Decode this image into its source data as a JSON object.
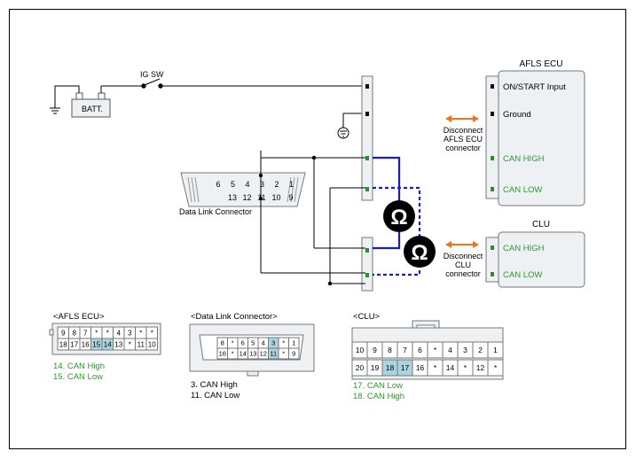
{
  "colors": {
    "wire": "#000000",
    "can_high_wire": "#1a1ad6",
    "arrow": "#f07020",
    "green_text": "#2a9a2a",
    "box_fill": "#eef1f4",
    "box_stroke": "#7a7a7a",
    "highlight_pin": "#a9d4e0",
    "pin_black": "#111111",
    "pin_green": "#2e8b2e"
  },
  "icons": {
    "ohmmeter": "omega-meter-icon",
    "ground": "ground-symbol-icon",
    "arrow": "double-arrow-icon"
  },
  "labels": {
    "ig_sw": "IG SW",
    "batt": "BATT.",
    "afls_ecu_title": "AFLS ECU",
    "afls_on_start": "ON/START  Input",
    "afls_ground": "Ground",
    "afls_can_high": "CAN HIGH",
    "afls_can_low": "CAN LOW",
    "afls_disconnect": [
      "Disconnect",
      "AFLS ECU",
      "connector"
    ],
    "clu_title": "CLU",
    "clu_can_high": "CAN HIGH",
    "clu_can_low": "CAN LOW",
    "clu_disconnect": [
      "Disconnect",
      "CLU",
      "connector"
    ],
    "dlc_caption": "Data Link Connector",
    "ohm_symbol": "Ω"
  },
  "dlc_pins": {
    "top": [
      "6",
      "5",
      "4",
      "3",
      "2",
      "1"
    ],
    "bottom": [
      "13",
      "12",
      "11",
      "10",
      "9"
    ]
  },
  "afls_connector": {
    "title": "<AFLS ECU>",
    "top": [
      "9",
      "8",
      "7",
      "*",
      "*",
      "4",
      "3",
      "*",
      "*"
    ],
    "bottom": [
      "18",
      "17",
      "16",
      "15",
      "14",
      "13",
      "*",
      "11",
      "10"
    ],
    "notes": [
      "14. CAN High",
      "15. CAN Low"
    ]
  },
  "dlc_connector": {
    "title": "<Data Link Connector>",
    "top": [
      "8",
      "*",
      "6",
      "5",
      "4",
      "3",
      "*",
      "1"
    ],
    "bottom": [
      "16",
      "*",
      "14",
      "13",
      "12",
      "11",
      "*",
      "9"
    ],
    "notes": [
      "3. CAN High",
      "11. CAN Low"
    ]
  },
  "clu_connector": {
    "title": "<CLU>",
    "top": [
      "10",
      "9",
      "8",
      "7",
      "6",
      "*",
      "4",
      "3",
      "2",
      "1"
    ],
    "bottom": [
      "20",
      "19",
      "18",
      "17",
      "16",
      "*",
      "14",
      "*",
      "12",
      "*"
    ],
    "notes": [
      "17. CAN Low",
      "18. CAN High"
    ]
  }
}
